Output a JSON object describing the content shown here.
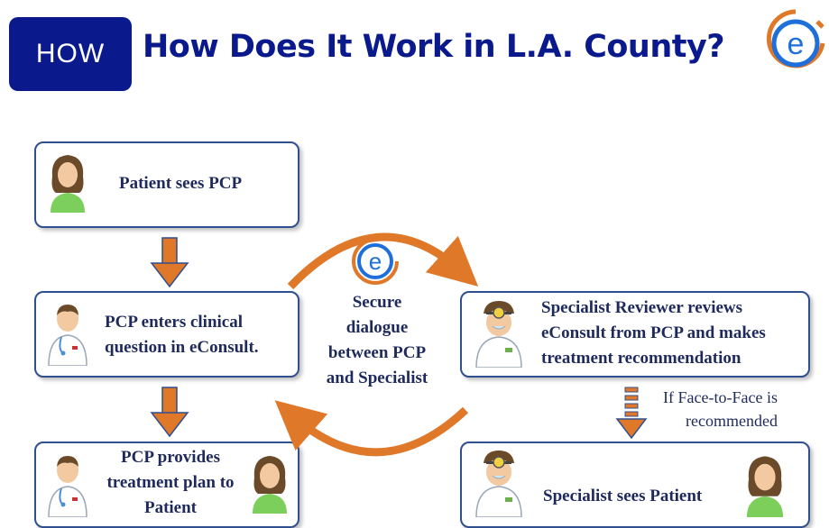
{
  "header": {
    "badge": "HOW",
    "title": "How Does It Work in L.A. County?",
    "logo_icon": "econsult-logo-icon"
  },
  "steps": {
    "patient_sees_pcp": "Patient sees PCP",
    "pcp_enters_line1": "PCP enters clinical",
    "pcp_enters_line2": "question in eConsult.",
    "pcp_provides_line1": "PCP provides",
    "pcp_provides_line2": "treatment plan to",
    "pcp_provides_line3": "Patient",
    "specialist_reviews_line1": "Specialist Reviewer reviews",
    "specialist_reviews_line2": "eConsult from PCP and makes",
    "specialist_reviews_line3": "treatment recommendation",
    "specialist_sees_patient": "Specialist sees Patient"
  },
  "dialogue": {
    "line1": "Secure",
    "line2": "dialogue",
    "line3": "between PCP",
    "line4": "and Specialist"
  },
  "face_to_face": {
    "line1": "If Face-to-Face is",
    "line2": "recommended"
  },
  "colors": {
    "header_blue": "#0a1a8c",
    "arrow_orange": "#e0782a",
    "box_border": "#2f4f8f",
    "logo_blue": "#1e6fd9"
  },
  "icons": [
    "patient-icon",
    "doctor-icon",
    "specialist-icon"
  ]
}
